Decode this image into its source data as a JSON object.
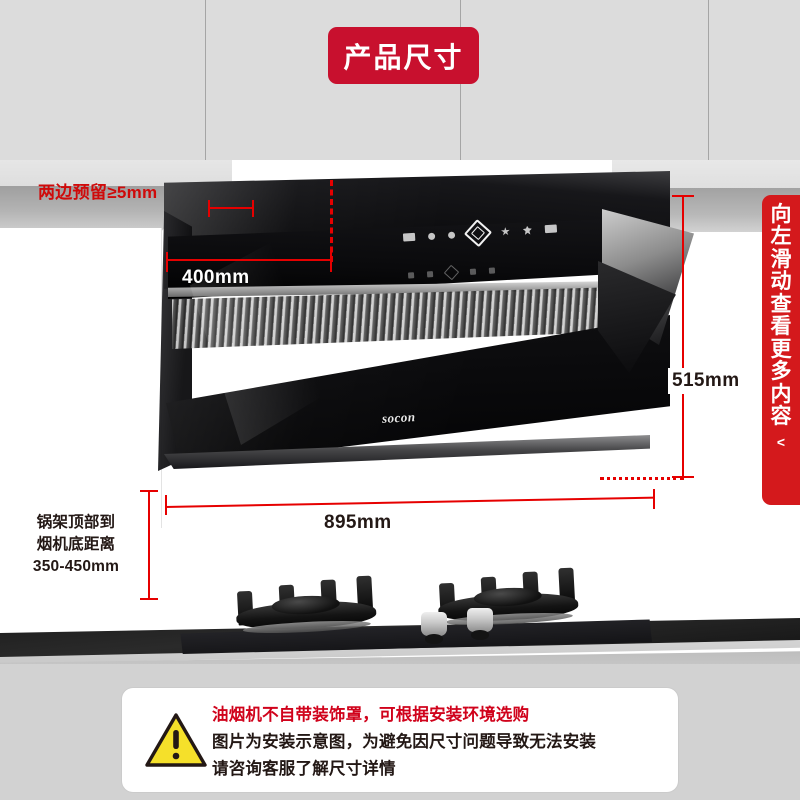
{
  "title_badge": {
    "text": "产品尺寸"
  },
  "side_tab": {
    "text": "向左滑动查看更多内容",
    "chevron": "<"
  },
  "annotations": {
    "side_clearance": "两边预留≥5mm",
    "depth": "400mm",
    "height": "515mm",
    "width": "895mm",
    "hob_gap_line1": "锅架顶部到",
    "hob_gap_line2": "烟机底距离",
    "hob_gap_line3": "350-450mm"
  },
  "product": {
    "brand_logo": "socon"
  },
  "notice": {
    "line1": "油烟机不自带装饰罩，可根据安装环境选购",
    "line2": "图片为安装示意图，为避免因尺寸问题导致无法安装",
    "line3": "请咨询客服了解尺寸详情",
    "icon": "warning-triangle-icon"
  },
  "colors": {
    "badge_red": "#c8102e",
    "tab_red": "#d4191c",
    "dimension_red": "#e60000",
    "annotation_red": "#cf0a0a",
    "text_dark": "#231815",
    "warning_yellow": "#f5e02a"
  },
  "controls": {
    "row_main": [
      "power-icon",
      "light-icon",
      "timer-icon",
      "boost-diamond-icon",
      "clean-icon",
      "fan-icon",
      "display-icon"
    ],
    "row_reflection": [
      "reflect-icon-1",
      "reflect-icon-2",
      "reflect-diamond-icon",
      "reflect-icon-3",
      "reflect-icon-4"
    ]
  }
}
